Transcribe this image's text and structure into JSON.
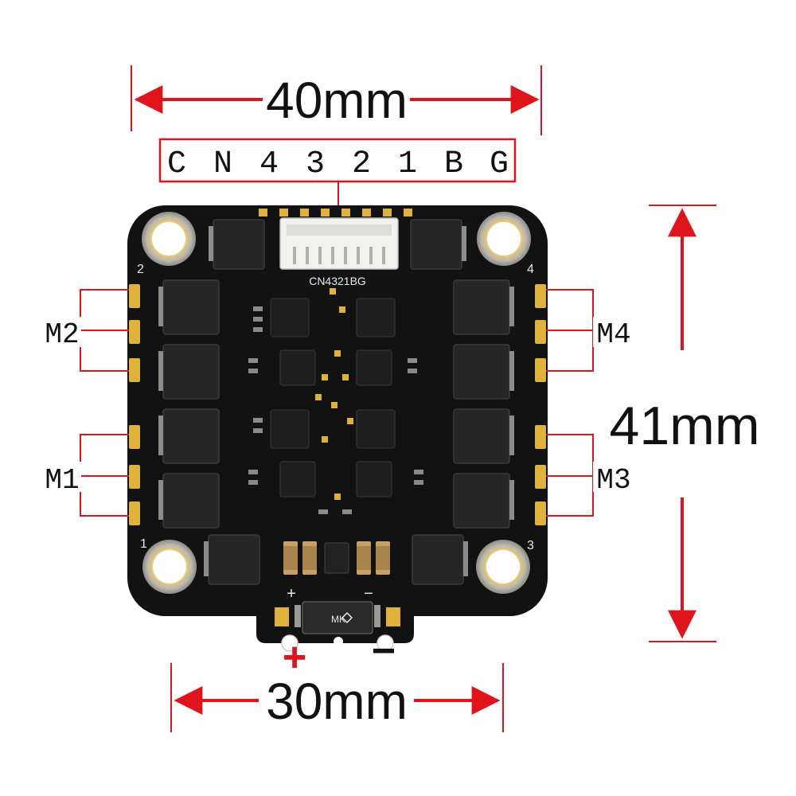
{
  "dimensions": {
    "width_label": "40mm",
    "height_label": "41mm",
    "mount_label": "30mm"
  },
  "connector": {
    "pins": [
      "C",
      "N",
      "4",
      "3",
      "2",
      "1",
      "B",
      "G"
    ],
    "silk_label": "CN4321BG"
  },
  "motors": {
    "m1": "M1",
    "m2": "M2",
    "m3": "M3",
    "m4": "M4"
  },
  "corner_numbers": [
    "1",
    "2",
    "3",
    "4"
  ],
  "power": {
    "plus": "+",
    "minus": "−",
    "silk_plus": "+",
    "silk_minus": "−",
    "mk_label": "MK"
  },
  "colors": {
    "annotation_red": "#e0151b",
    "board": "#111111",
    "pad_gold": "#e0b23a",
    "mount_silver": "#c9c6c0"
  }
}
